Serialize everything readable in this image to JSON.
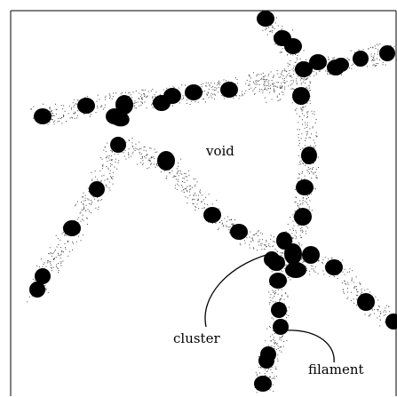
{
  "diagram": {
    "labels": {
      "void": "void",
      "cluster": "cluster",
      "filament": "filament"
    },
    "colors": {
      "background": "#ffffff",
      "ink": "#000000",
      "speckle": "#555555"
    }
  }
}
